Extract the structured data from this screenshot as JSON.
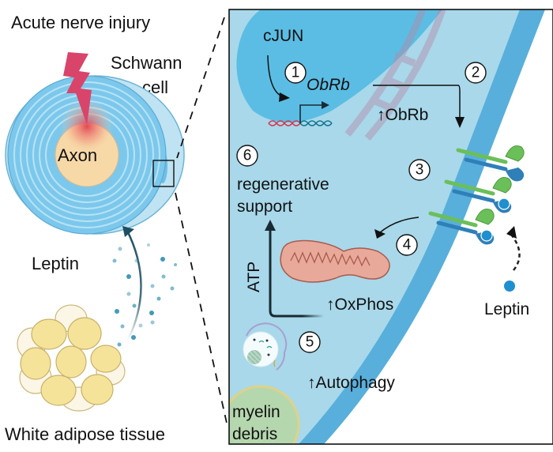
{
  "left_panel": {
    "injury_label": "Acute nerve injury",
    "schwann_label_line1": "Schwann",
    "schwann_label_line2": "cell",
    "axon_label": "Axon",
    "leptin_label": "Leptin",
    "adipose_label": "White adipose tissue"
  },
  "inset_panel": {
    "cjun_label": "cJUN",
    "gene_label": "ObRb",
    "obrb_up_label": "↑ObRb",
    "regen_line1": "regenerative",
    "regen_line2": "support",
    "atp_label": "ATP",
    "oxphos_label": "↑OxPhos",
    "autophagy_label": "↑Autophagy",
    "leptin_label": "Leptin",
    "debris_line1": "myelin",
    "debris_line2": "debris",
    "steps": [
      "1",
      "2",
      "3",
      "4",
      "5",
      "6"
    ]
  },
  "colors": {
    "cytoplasm": "#a8d8ea",
    "nucleus": "#5bbde4",
    "membrane": "#4aa8d8",
    "myelin": "#7cc8ec",
    "axon": "#f7d9a8",
    "injury": "#d9456a",
    "receptor_green": "#6bbf59",
    "receptor_blue": "#2f7fb8",
    "leptin": "#1f8fcf",
    "mito": "#e8a99a",
    "adipocyte": "#f5e39a"
  }
}
